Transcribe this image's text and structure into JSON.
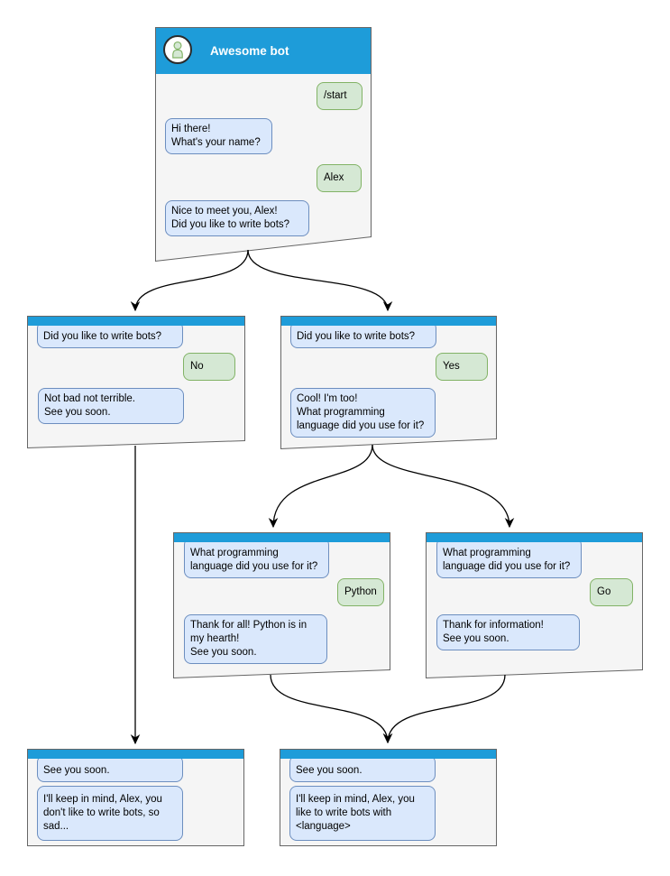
{
  "colors": {
    "titlebar": "#1e9cd9",
    "window_fill": "#f5f5f5",
    "window_border": "#666666",
    "bot_fill": "#dae8fc",
    "bot_border": "#6c8ebf",
    "user_fill": "#d5e8d4",
    "user_border": "#82b366",
    "arrow": "#000000",
    "title_text": "#ffffff",
    "text": "#000000"
  },
  "windows": {
    "main": {
      "title": "Awesome bot",
      "avatar_icon": "person-icon",
      "messages": [
        {
          "from": "user",
          "text": "/start"
        },
        {
          "from": "bot",
          "text": "Hi there!\nWhat's your name?"
        },
        {
          "from": "user",
          "text": "Alex"
        },
        {
          "from": "bot",
          "text": "Nice to meet you, Alex!\nDid you like to write bots?"
        }
      ]
    },
    "branch_no": {
      "messages": [
        {
          "from": "bot",
          "text": "Did you like to write bots?"
        },
        {
          "from": "user",
          "text": "No"
        },
        {
          "from": "bot",
          "text": "Not bad not terrible.\nSee you soon."
        }
      ]
    },
    "branch_yes": {
      "messages": [
        {
          "from": "bot",
          "text": "Did you like to write bots?"
        },
        {
          "from": "user",
          "text": "Yes"
        },
        {
          "from": "bot",
          "text": "Cool! I'm too!\nWhat programming\nlanguage did you use for it?"
        }
      ]
    },
    "branch_python": {
      "messages": [
        {
          "from": "bot",
          "text": "What programming\nlanguage did you use for it?"
        },
        {
          "from": "user",
          "text": "Python"
        },
        {
          "from": "bot",
          "text": "Thank for all! Python is in\nmy hearth!\nSee you soon."
        }
      ]
    },
    "branch_go": {
      "messages": [
        {
          "from": "bot",
          "text": "What programming\nlanguage did you use for it?"
        },
        {
          "from": "user",
          "text": "Go"
        },
        {
          "from": "bot",
          "text": "Thank for information!\nSee you soon."
        }
      ]
    },
    "end_no": {
      "messages": [
        {
          "from": "bot",
          "text": "See you soon."
        },
        {
          "from": "bot",
          "text": "I'll keep in mind, Alex, you\ndon't like to write bots, so\nsad..."
        }
      ]
    },
    "end_yes": {
      "messages": [
        {
          "from": "bot",
          "text": "See you soon."
        },
        {
          "from": "bot",
          "text": "I'll keep in mind, Alex, you\nlike to write bots with\n<language>"
        }
      ]
    }
  }
}
